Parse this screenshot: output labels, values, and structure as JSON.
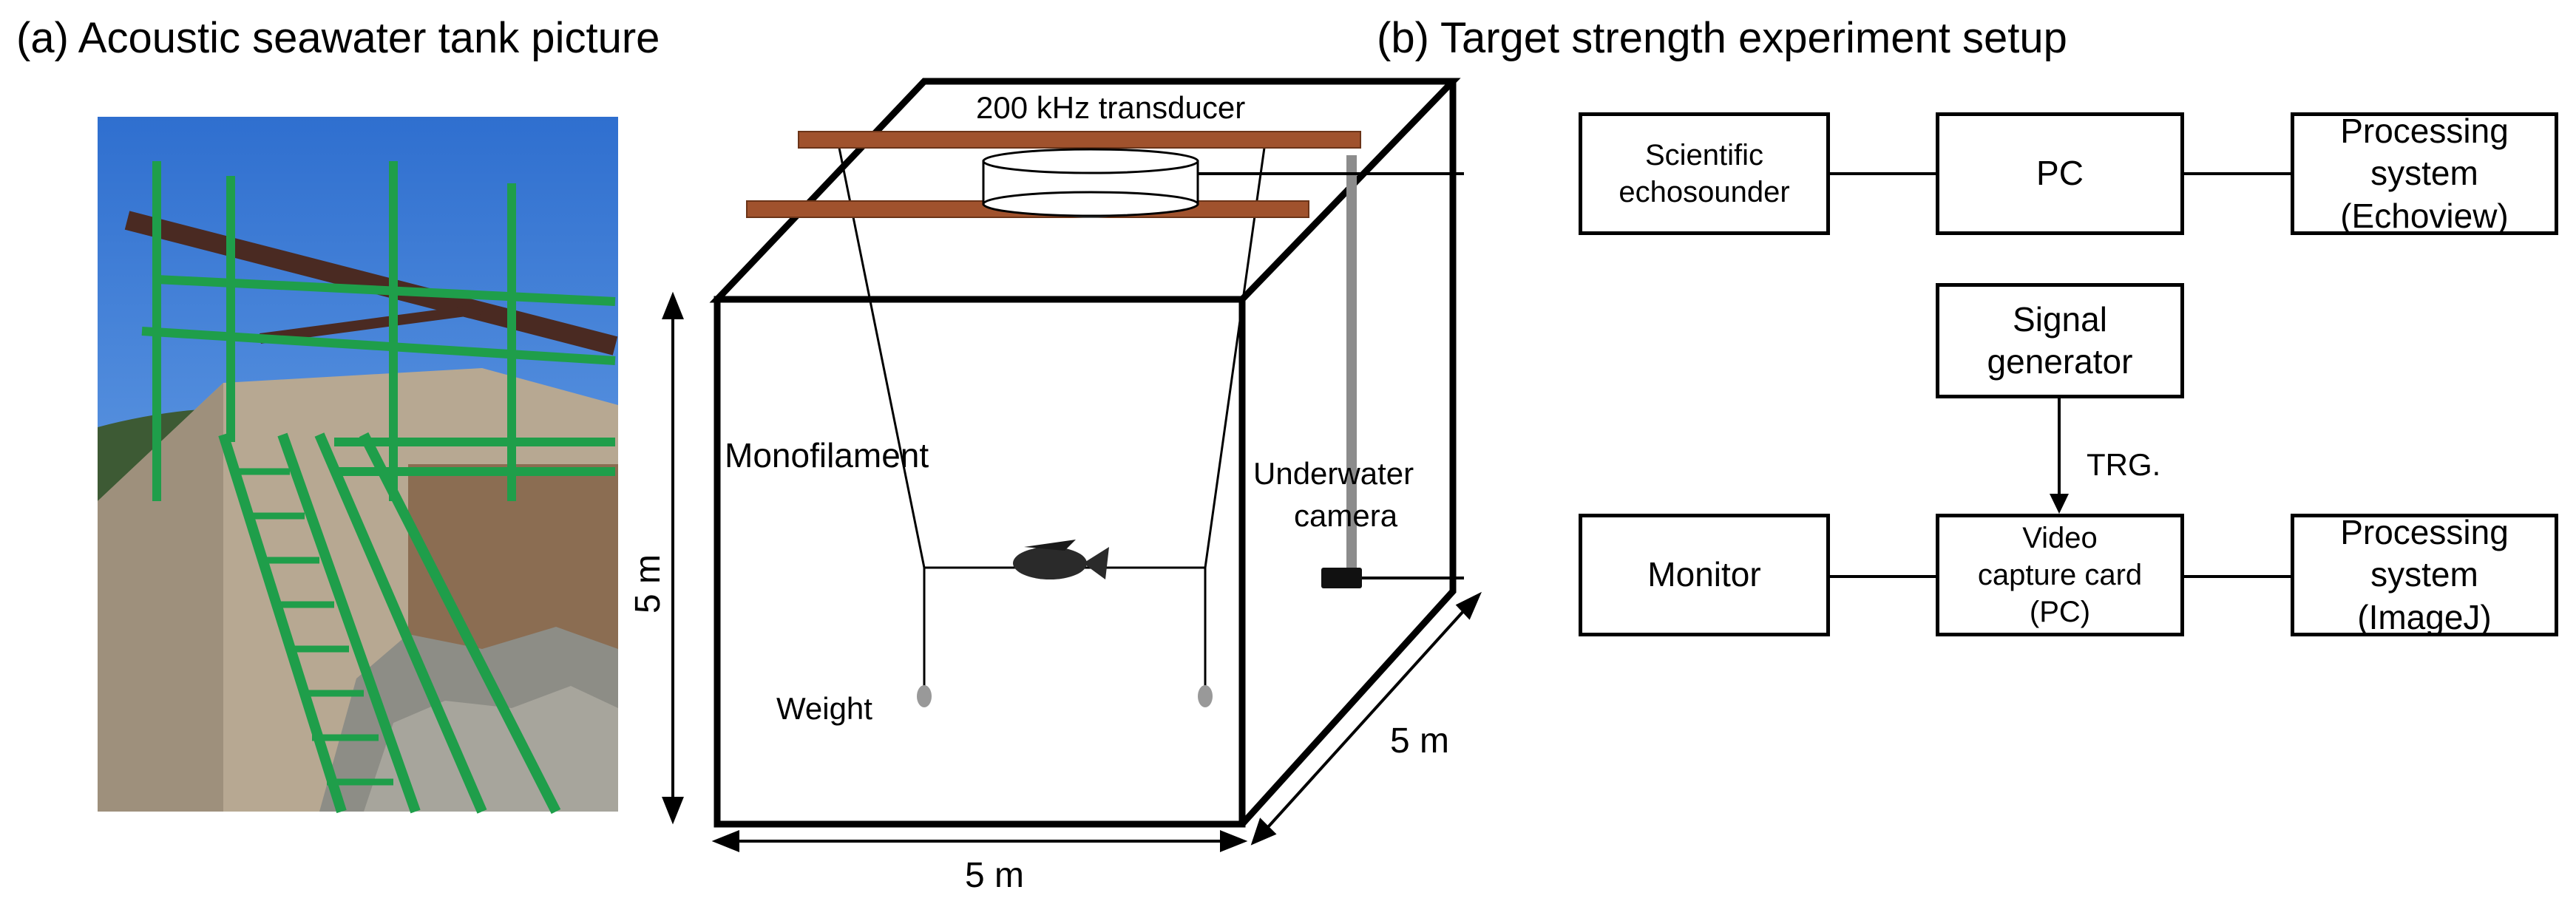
{
  "panel_a": {
    "heading": "(a) Acoustic seawater tank picture"
  },
  "panel_b": {
    "heading": "(b) Target strength experiment setup"
  },
  "tank": {
    "transducer_label": "200 kHz transducer",
    "monofilament_label": "Monofilament",
    "weight_label": "Weight",
    "camera_label_line1": "Underwater",
    "camera_label_line2": "camera",
    "dim_height": "5 m",
    "dim_width": "5 m",
    "dim_depth": "5 m"
  },
  "blocks": {
    "echosounder": {
      "line1": "Scientific",
      "line2": "echosounder"
    },
    "pc": {
      "line1": "PC"
    },
    "processing_echoview": {
      "line1": "Processing",
      "line2": "system",
      "line3": "(Echoview)"
    },
    "signal_generator": {
      "line1": "Signal",
      "line2": "generator"
    },
    "trg_label": "TRG.",
    "monitor": {
      "line1": "Monitor"
    },
    "video_capture": {
      "line1": "Video",
      "line2": "capture card",
      "line3": "(PC)"
    },
    "processing_imagej": {
      "line1": "Processing",
      "line2": "system",
      "line3": "(ImageJ)"
    }
  },
  "colors": {
    "rail": "#a0522d",
    "sky": "#3a7fd6",
    "stair_green": "#1f9e4a",
    "pole_gray": "#8c8c8c"
  }
}
